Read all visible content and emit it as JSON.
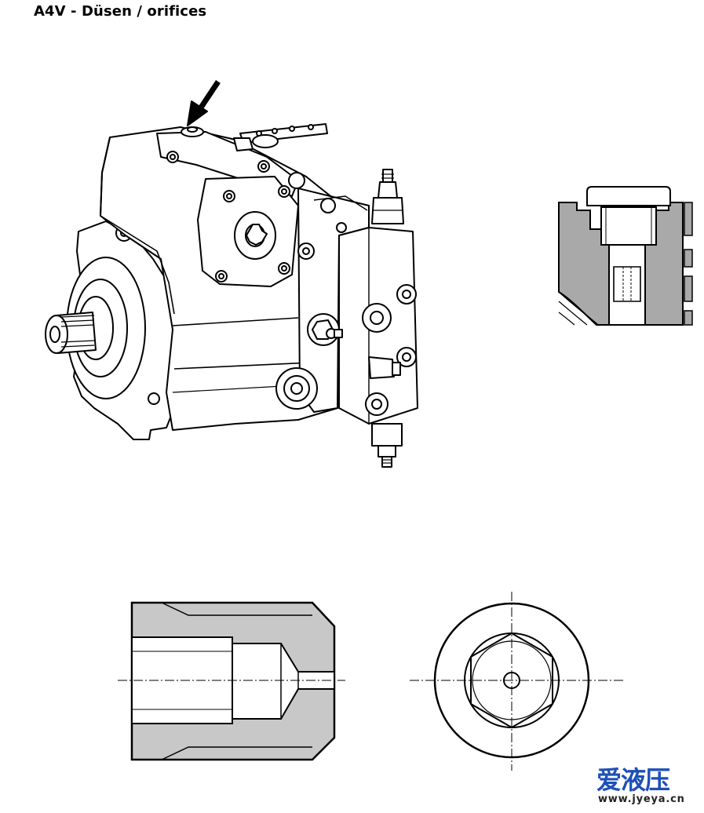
{
  "page": {
    "title": "A4V - Düsen / orifices"
  },
  "figures": [
    {
      "id": "pump-isometric",
      "description_icon": "pump-icon"
    },
    {
      "id": "orifice-location-detail",
      "description_icon": "section-detail-icon"
    },
    {
      "id": "orifice-longitudinal-section",
      "description_icon": "section-view-icon"
    },
    {
      "id": "orifice-end-view",
      "description_icon": "hex-end-view-icon"
    }
  ],
  "watermark": {
    "brand": "爱液压",
    "url": "www.jyeya.cn",
    "color": "#1d4fb8"
  }
}
